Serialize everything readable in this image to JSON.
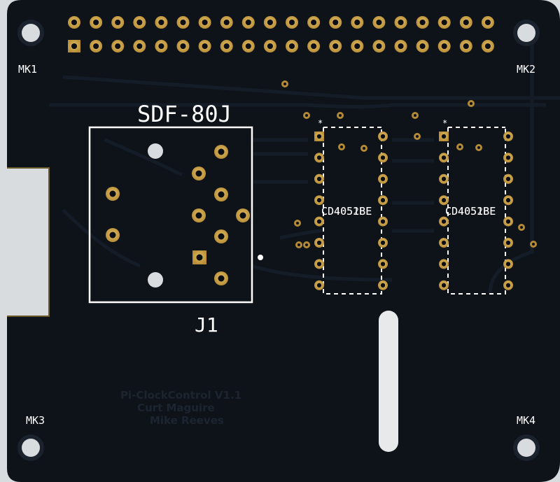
{
  "board": {
    "mounting_holes": [
      "MK1",
      "MK2",
      "MK3",
      "MK4"
    ],
    "connector": {
      "part": "SDF-80J",
      "ref": "J1"
    },
    "chips": [
      {
        "part": "CD4051BE",
        "overprint": "CD4052BE"
      },
      {
        "part": "CD4051BE",
        "overprint": "CD4052BE"
      }
    ],
    "faint_text": [
      "Pi-ClockControl V1.1",
      "Curt Maguire",
      "Mike Reeves"
    ],
    "colors": {
      "soldermask": "#0e131a",
      "copper": "#c9a24a",
      "silkscreen": "#ffffff",
      "background": "#d9dcdf"
    }
  }
}
